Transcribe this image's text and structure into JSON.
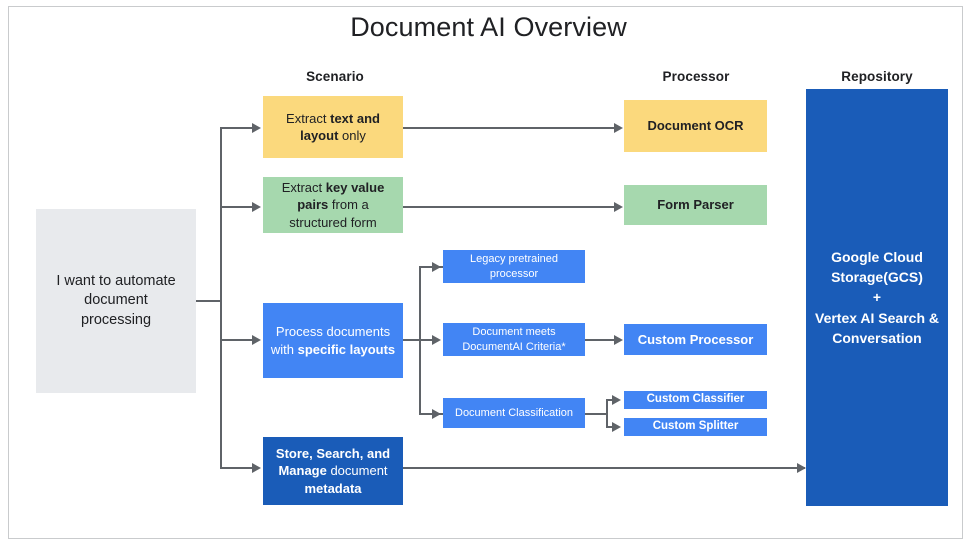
{
  "page": {
    "title": "Document AI Overview",
    "background": "#ffffff",
    "frame_border_color": "#c9cbcd"
  },
  "colors": {
    "grey": "#e8eaed",
    "yellow": "#fbd97d",
    "green": "#a6d8ae",
    "blue": "#4285f4",
    "dark_blue": "#1a5cb8",
    "connector": "#5f6368",
    "text_dark": "#202124",
    "text_light": "#ffffff"
  },
  "column_headers": [
    {
      "label": "Scenario"
    },
    {
      "label": "Processor"
    },
    {
      "label": "Repository"
    }
  ],
  "entry": {
    "label": "I want to automate document processing",
    "line1": "I want to automate",
    "line2": "document",
    "line3": "processing",
    "color": "#e8eaed"
  },
  "scenarios": [
    {
      "id": "extract-text-layout",
      "color": "#fbd97d",
      "line1_plain": "Extract ",
      "line1_bold": "text and",
      "line2_bold": "layout",
      "line2_plain": " only",
      "full_text": "Extract text and layout only"
    },
    {
      "id": "extract-key-value-pairs",
      "color": "#a6d8ae",
      "line1_plain": "Extract ",
      "line1_bold": "key value",
      "line2_bold": "pairs",
      "line2_plain": " from a",
      "line3_plain": "structured form",
      "full_text": "Extract key value pairs from a structured form"
    },
    {
      "id": "process-specific-layouts",
      "color": "#4285f4",
      "line1_plain": "Process documents",
      "line2_plain": "with ",
      "line2_bold": "specific layouts",
      "full_text": "Process documents with specific layouts"
    },
    {
      "id": "store-search-manage",
      "color": "#1a5cb8",
      "line1_bold": "Store, Search, and",
      "line2_bold": "Manage",
      "line2_plain": " document",
      "line3_bold": "metadata",
      "full_text": "Store, Search, and Manage document metadata"
    }
  ],
  "middle_nodes": [
    {
      "id": "legacy-pretrained-processor",
      "line1": "Legacy pretrained",
      "line2": "processor",
      "color": "#4285f4"
    },
    {
      "id": "document-meets-criteria",
      "line1": "Document meets",
      "line2": "DocumentAI Criteria*",
      "color": "#4285f4"
    },
    {
      "id": "document-classification",
      "line1": "Document Classification",
      "color": "#4285f4"
    }
  ],
  "processors": [
    {
      "id": "document-ocr",
      "label": "Document OCR",
      "color": "#fbd97d"
    },
    {
      "id": "form-parser",
      "label": "Form Parser",
      "color": "#a6d8ae"
    },
    {
      "id": "custom-processor",
      "label": "Custom Processor",
      "color": "#4285f4"
    },
    {
      "id": "custom-classifier",
      "label": "Custom Classifier",
      "color": "#4285f4"
    },
    {
      "id": "custom-splitter",
      "label": "Custom Splitter",
      "color": "#4285f4"
    }
  ],
  "repository": {
    "id": "repository-box",
    "line1": "Google Cloud",
    "line2": "Storage(GCS)",
    "line3": "+",
    "line4": "Vertex AI Search &",
    "line5": "Conversation",
    "full_text": "Google Cloud Storage(GCS) + Vertex AI Search & Conversation",
    "color": "#1a5cb8"
  }
}
